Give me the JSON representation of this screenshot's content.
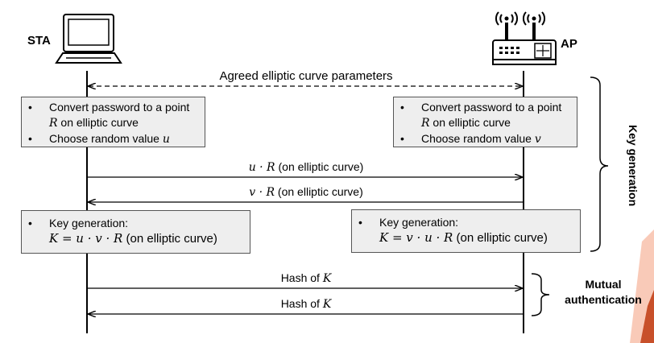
{
  "entities": {
    "sta": {
      "label": "STA"
    },
    "ap": {
      "label": "AP"
    }
  },
  "messages": {
    "agreed": "Agreed elliptic curve parameters",
    "u_r": {
      "math": "u · R",
      "text": " (on elliptic curve)"
    },
    "v_r": {
      "math": "v · R",
      "text": " (on elliptic curve)"
    },
    "hash1": {
      "text": "Hash of ",
      "math": "K"
    },
    "hash2": {
      "text": "Hash of ",
      "math": "K"
    }
  },
  "boxes": {
    "sta_convert": {
      "line1": "Convert password to a point",
      "line2_var": "R",
      "line2_text": " on elliptic curve",
      "line3_text": "Choose random value ",
      "line3_var": "u"
    },
    "ap_convert": {
      "line1": "Convert password to a point",
      "line2_var": "R",
      "line2_text": " on elliptic curve",
      "line3_text": "Choose random value ",
      "line3_var": "v"
    },
    "sta_keygen": {
      "title": "Key generation:",
      "formula": "K = u · v · R",
      "suffix": " (on elliptic curve)"
    },
    "ap_keygen": {
      "title": "Key generation:",
      "formula": "K = v · u · R",
      "suffix": " (on elliptic curve)"
    }
  },
  "phases": {
    "key_generation": "Key generation",
    "mutual_line1": "Mutual",
    "mutual_line2": "authentication"
  },
  "colors": {
    "box_fill": "#eeeeee",
    "decor": "#f08a60"
  }
}
